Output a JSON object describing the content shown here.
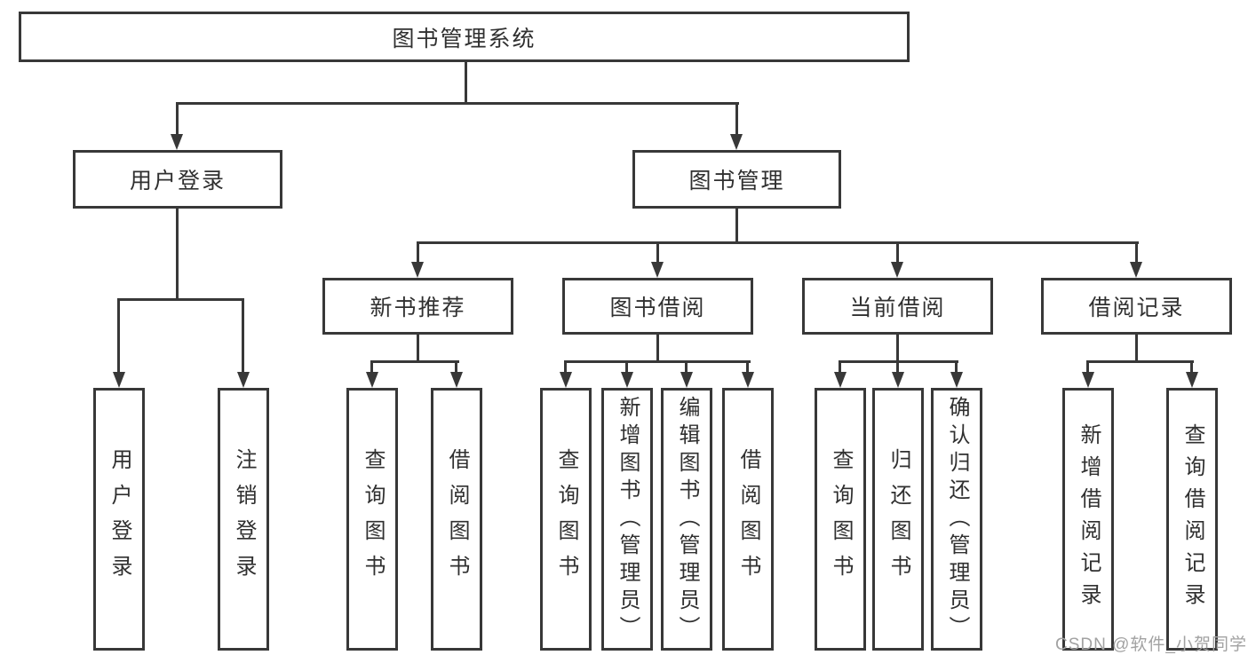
{
  "tree": {
    "root": "图书管理系统",
    "branches": [
      {
        "label": "用户登录",
        "leaves": [
          "用户登录",
          "注销登录"
        ]
      },
      {
        "label": "图书管理",
        "groups": [
          {
            "label": "新书推荐",
            "leaves": [
              "查询图书",
              "借阅图书"
            ]
          },
          {
            "label": "图书借阅",
            "leaves": [
              "查询图书",
              "新增图书（管理员）",
              "编辑图书（管理员）",
              "借阅图书"
            ]
          },
          {
            "label": "当前借阅",
            "leaves": [
              "查询图书",
              "归还图书",
              "确认归还（管理员）"
            ]
          },
          {
            "label": "借阅记录",
            "leaves": [
              "新增借阅记录",
              "查询借阅记录"
            ]
          }
        ]
      }
    ]
  },
  "watermark": {
    "text": "CSDN @软件_小贺同学",
    "color": "#a2a2a2"
  },
  "colors": {
    "line": "#383838",
    "text": "#303030",
    "box_fill": "#ffffff",
    "background": "#ffffff"
  }
}
